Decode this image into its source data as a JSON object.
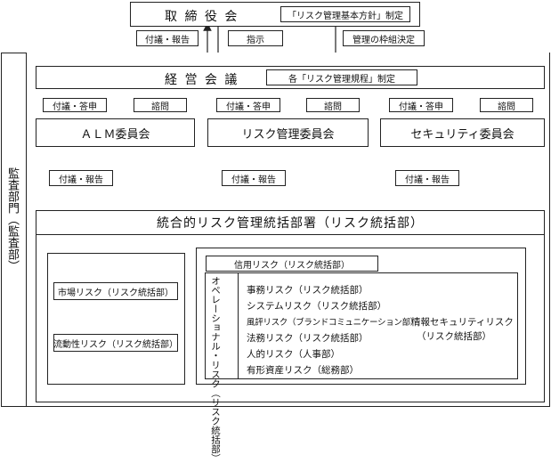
{
  "board": {
    "title": "取 締 役 会",
    "tag": "「リスク管理基本方針」制定"
  },
  "links_top": {
    "report": "付議・報告",
    "instruct": "指示",
    "framework": "管理の枠組決定"
  },
  "audit": {
    "label": "監査部門（監査部）"
  },
  "management": {
    "title": "経 営 会 議",
    "tag": "各「リスク管理規程」制定"
  },
  "committees": [
    {
      "title": "ＡＬＭ委員会",
      "report": "付議・答申",
      "consult": "諮問"
    },
    {
      "title": "リスク管理委員会",
      "report": "付議・答申",
      "consult": "諮問"
    },
    {
      "title": "セキュリティ委員会",
      "report": "付議・答申",
      "consult": "諮問"
    }
  ],
  "lower_reports": [
    "付議・報告",
    "付議・報告",
    "付議・報告"
  ],
  "integrated": {
    "title": "統合的リスク管理統括部署（リスク統括部）"
  },
  "left_risks": [
    "市場リスク（リスク統括部）",
    "流動性リスク（リスク統括部）"
  ],
  "credit": "信用リスク（リスク統括部）",
  "operational": {
    "vertical": "オペレーショナル・リスク（リスク統括部）",
    "items": [
      "事務リスク（リスク統括部）",
      "システムリスク（リスク統括部）",
      "風評リスク（ブランドコミュニケーション部）",
      "法務リスク（リスク統括部）",
      "人的リスク（人事部）",
      "有形資産リスク（総務部）"
    ],
    "security": [
      "情報セキュリティリスク",
      "（リスク統括部）"
    ]
  }
}
